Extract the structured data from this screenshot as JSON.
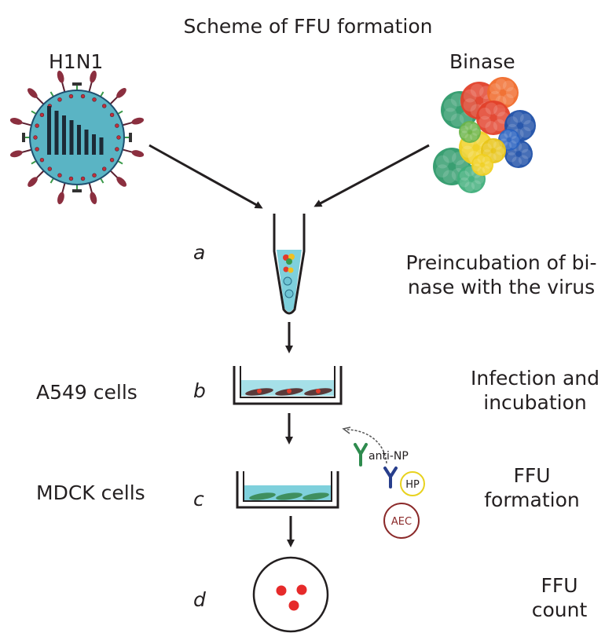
{
  "title": "Scheme of FFU formation",
  "virus_label": "H1N1",
  "protein_label": "Binase",
  "steps": [
    {
      "letter": "a",
      "description_lines": [
        "Preincubation of bi-",
        "nase with the virus"
      ]
    },
    {
      "letter": "b",
      "cell_line": "A549 cells",
      "description_lines": [
        "Infection and",
        "incubation"
      ]
    },
    {
      "letter": "c",
      "cell_line": "MDCK cells",
      "description_lines": [
        "FFU",
        "formation"
      ]
    },
    {
      "letter": "d",
      "description_lines": [
        "FFU",
        "count"
      ]
    }
  ],
  "reagents": {
    "primary_antibody": "anti-NP",
    "enzyme": "HP",
    "substrate": "AEC"
  },
  "colors": {
    "virus_body": "#5ab4c4",
    "virus_spikes": "#8b2f3f",
    "medium": "#7ed0dc",
    "cells": "#3f8f5f",
    "antibody_primary": "#2e8b4e",
    "antibody_secondary": "#283e8c",
    "enzyme_ring": "#e8d21f",
    "substrate_ring": "#8b2a2a",
    "foci": "#e62a2a"
  }
}
